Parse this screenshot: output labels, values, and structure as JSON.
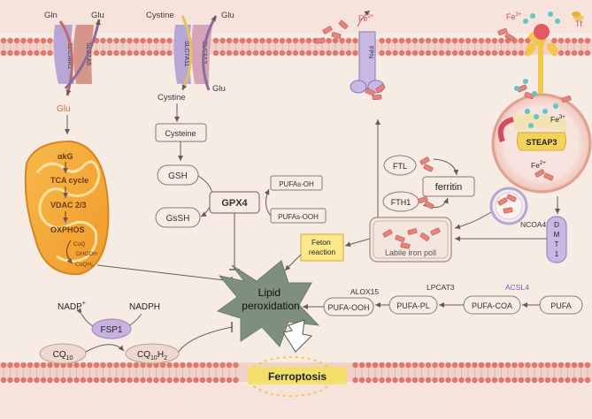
{
  "transport": {
    "gln": "Gln",
    "glu_top_left": "Glu",
    "slc38a1": "SLC38A1",
    "slc1a5": "SLC1A5",
    "glu_orange": "Glu",
    "cystine_top": "Cystine",
    "glu_top_mid": "Glu",
    "slc7a11": "SLC7A11",
    "slc3a2": "SLC3A2",
    "cystine_in": "Cystine",
    "glu_in": "Glu",
    "fpn": "FPN",
    "fe2_out": "Fe",
    "fe2_out_sup": "2+",
    "fe3_out": "Fe",
    "fe3_out_sup": "3+",
    "tf": "Tf"
  },
  "mitochondria": {
    "akg": "αkG",
    "tca": "TCA cycle",
    "vdac": "VDAC 2/3",
    "oxphos": "OXPHOS",
    "coq": "CoQ",
    "dhodh": "DHODH",
    "coqh2": "CoQH₂"
  },
  "gsh_pathway": {
    "cysteine": "Cysteine",
    "gsh": "GSH",
    "gpx4": "GPX4",
    "gssh": "GsSH",
    "pufas_oh": "PUFAs-OH",
    "pufas_ooh": "PUFAs-OOH"
  },
  "iron": {
    "ftl": "FTL",
    "fth1": "FTH1",
    "ferritin": "ferritin",
    "labile": "Labile iron poll",
    "ncoa4": "NCOA4",
    "dmt1": [
      "D",
      "M",
      "T",
      "1"
    ],
    "steap3": "STEAP3",
    "fe3_endo": "Fe",
    "fe3_endo_sup": "3+",
    "fe2_endo": "Fe",
    "fe2_endo_sup": "2+",
    "feton": "Feton reaction"
  },
  "lipid": {
    "center": "Lipid peroxidation",
    "pufa_ooh": "PUFA-OOH",
    "alox15": "ALOX15",
    "pufa_pl": "PUFA-PL",
    "lpcat3": "LPCAT3",
    "pufa_coa": "PUFA-COA",
    "acsl4": "ACSL4",
    "pufa": "PUFA"
  },
  "fsp1_pathway": {
    "nadp": "NADP",
    "nadp_sup": "+",
    "nadph": "NADPH",
    "fsp1": "FSP1",
    "cq10": "CQ",
    "cq10_sub": "10",
    "cq10h2": "CQ",
    "cq10h2_sub1": "10",
    "cq10h2_h": "H",
    "cq10h2_sub2": "2"
  },
  "outcome": {
    "ferroptosis": "Ferroptosis"
  },
  "colors": {
    "background": "#f6ece4",
    "membrane_band": "#f0d2c8",
    "membrane_bead": "#e0776e",
    "mitochondria": "#f6ad3c",
    "star": "#7f8f7d",
    "fsp1": "#c8b3e0",
    "feton_box": "#fee88c",
    "acsl4": "#7c5cbe"
  }
}
